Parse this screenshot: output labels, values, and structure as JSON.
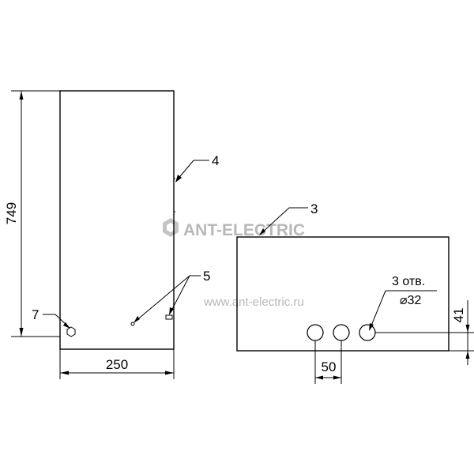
{
  "callouts": {
    "c3": "3",
    "c4": "4",
    "c5": "5",
    "c7": "7"
  },
  "dimensions": {
    "height": "749",
    "width": "250",
    "hole_spacing": "50",
    "hole_edge_offset": "41"
  },
  "holes_note": {
    "count": "3 отв.",
    "diameter": "⌀32"
  },
  "watermark": {
    "brand": "ANT-ELECTRIC",
    "url": "www.ant-electric.ru"
  },
  "colors": {
    "line": "#000000",
    "watermark": "#b8b8b8"
  }
}
